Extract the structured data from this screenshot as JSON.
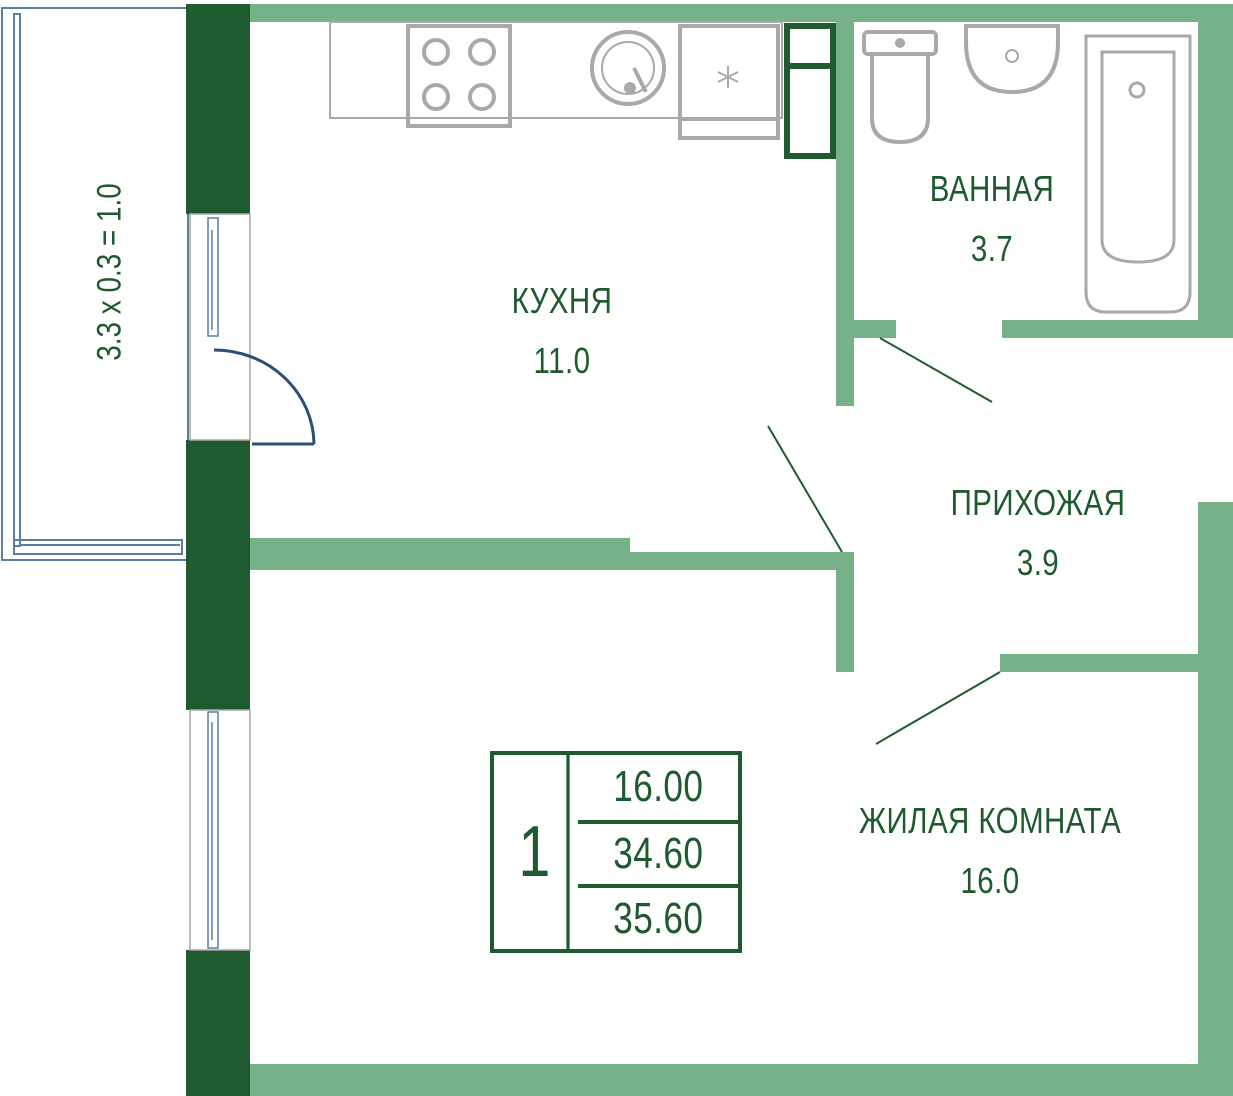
{
  "colors": {
    "wall_light": "#76b189",
    "wall_dark": "#1f5b2f",
    "fixture": "#a9a9a9",
    "window": "#5a7fa0",
    "text": "#1e5a2e"
  },
  "rooms": {
    "kitchen": {
      "label": "КУХНЯ",
      "area": "11.0"
    },
    "bathroom": {
      "label": "ВАННАЯ",
      "area": "3.7"
    },
    "hallway": {
      "label": "ПРИХОЖАЯ",
      "area": "3.9"
    },
    "living": {
      "label": "ЖИЛАЯ КОМНАТА",
      "area": "16.0"
    }
  },
  "balcony": {
    "label": "3.3 x 0.3 = 1.0"
  },
  "summary": {
    "rooms_count": "1",
    "living_area": "16.00",
    "total_area": "34.60",
    "total_with_balcony": "35.60"
  },
  "icons": [
    "stove-icon",
    "sink-icon",
    "fridge-icon",
    "toilet-icon",
    "washbasin-icon",
    "bathtub-icon",
    "door-swing-icon"
  ]
}
